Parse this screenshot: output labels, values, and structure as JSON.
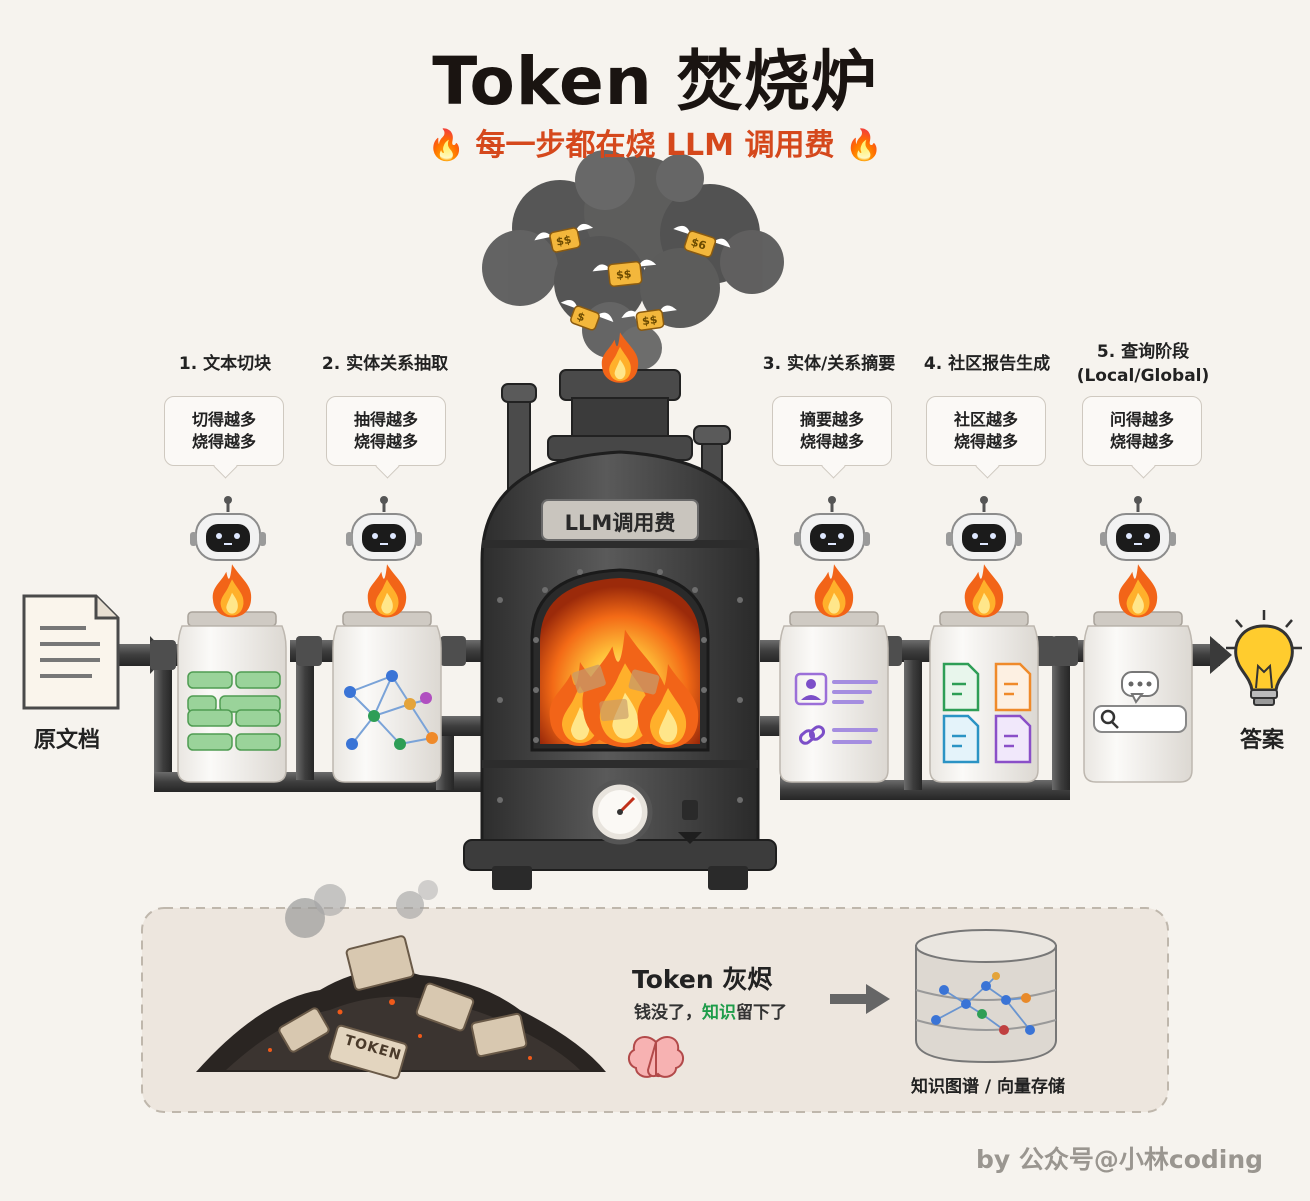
{
  "header": {
    "title": "Token 焚烧炉",
    "subtitle": "每一步都在烧 LLM 调用费",
    "subtitle_icon": "fire-icon"
  },
  "input": {
    "label": "原文档",
    "icon": "document-icon"
  },
  "output": {
    "label": "答案",
    "icon": "lightbulb-icon"
  },
  "furnace": {
    "plate": "LLM调用费",
    "icons": [
      "smoke-cloud",
      "flying-money-icon",
      "gauge-icon",
      "fire-icon"
    ]
  },
  "steps": [
    {
      "label": "1. 文本切块",
      "bubble_line1": "切得越多",
      "bubble_line2": "烧得越多",
      "icon": "text-chunks-icon"
    },
    {
      "label": "2. 实体关系抽取",
      "bubble_line1": "抽得越多",
      "bubble_line2": "烧得越多",
      "icon": "graph-network-icon"
    },
    {
      "label": "3. 实体/关系摘要",
      "bubble_line1": "摘要越多",
      "bubble_line2": "烧得越多",
      "icon": "entity-summary-icon"
    },
    {
      "label": "4. 社区报告生成",
      "bubble_line1": "社区越多",
      "bubble_line2": "烧得越多",
      "icon": "report-documents-icon"
    },
    {
      "label_line1": "5. 查询阶段",
      "label_line2": "(Local/Global)",
      "bubble_line1": "问得越多",
      "bubble_line2": "烧得越多",
      "icon": "search-query-icon"
    }
  ],
  "ash": {
    "title": "Token 灰烬",
    "sub_before": "钱没了，",
    "sub_highlight": "知识",
    "sub_after": "留下了",
    "token_tag": "TOKEN",
    "kg_label": "知识图谱 / 向量存储",
    "icons": [
      "ash-pile",
      "brain-icon",
      "arrow-right-icon",
      "database-cylinder-icon"
    ]
  },
  "credit": "by 公众号@小林coding",
  "colors": {
    "accent": "#d5481c",
    "green": "#1e9c4a",
    "pipe": "#4a4a4a",
    "furnace": "#3a3a3a"
  }
}
